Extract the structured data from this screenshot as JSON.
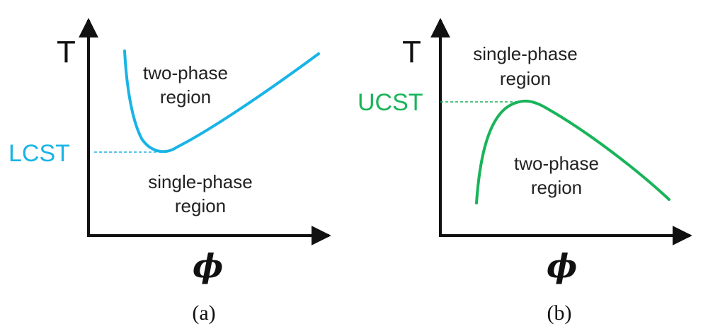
{
  "colors": {
    "lcst": "#18b4e6",
    "ucst": "#19b45a",
    "axis": "#111111"
  },
  "panel_a": {
    "y_axis_label": "T",
    "x_axis_label": "ϕ",
    "critical_label": "LCST",
    "upper_region": [
      "two-phase",
      "region"
    ],
    "lower_region": [
      "single-phase",
      "region"
    ],
    "caption": "(a)",
    "curve_icon": "lcst-curve-icon"
  },
  "panel_b": {
    "y_axis_label": "T",
    "x_axis_label": "ϕ",
    "critical_label": "UCST",
    "upper_region": [
      "single-phase",
      "region"
    ],
    "lower_region": [
      "two-phase",
      "region"
    ],
    "caption": "(b)",
    "curve_icon": "ucst-curve-icon"
  }
}
